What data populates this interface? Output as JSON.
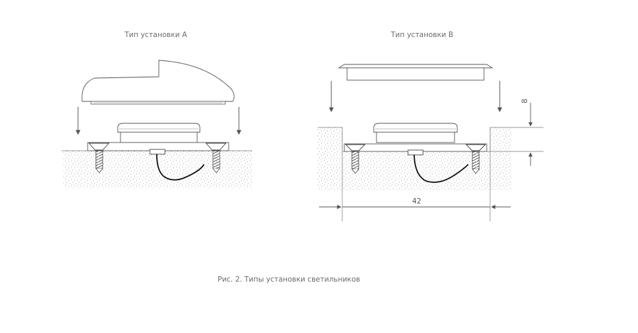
{
  "diagram_a": {
    "title": "Тип установки А"
  },
  "diagram_b": {
    "title": "Тип установки В",
    "dim_depth": "8",
    "dim_width": "42"
  },
  "caption": "Рис. 2. Типы установки светильников"
}
